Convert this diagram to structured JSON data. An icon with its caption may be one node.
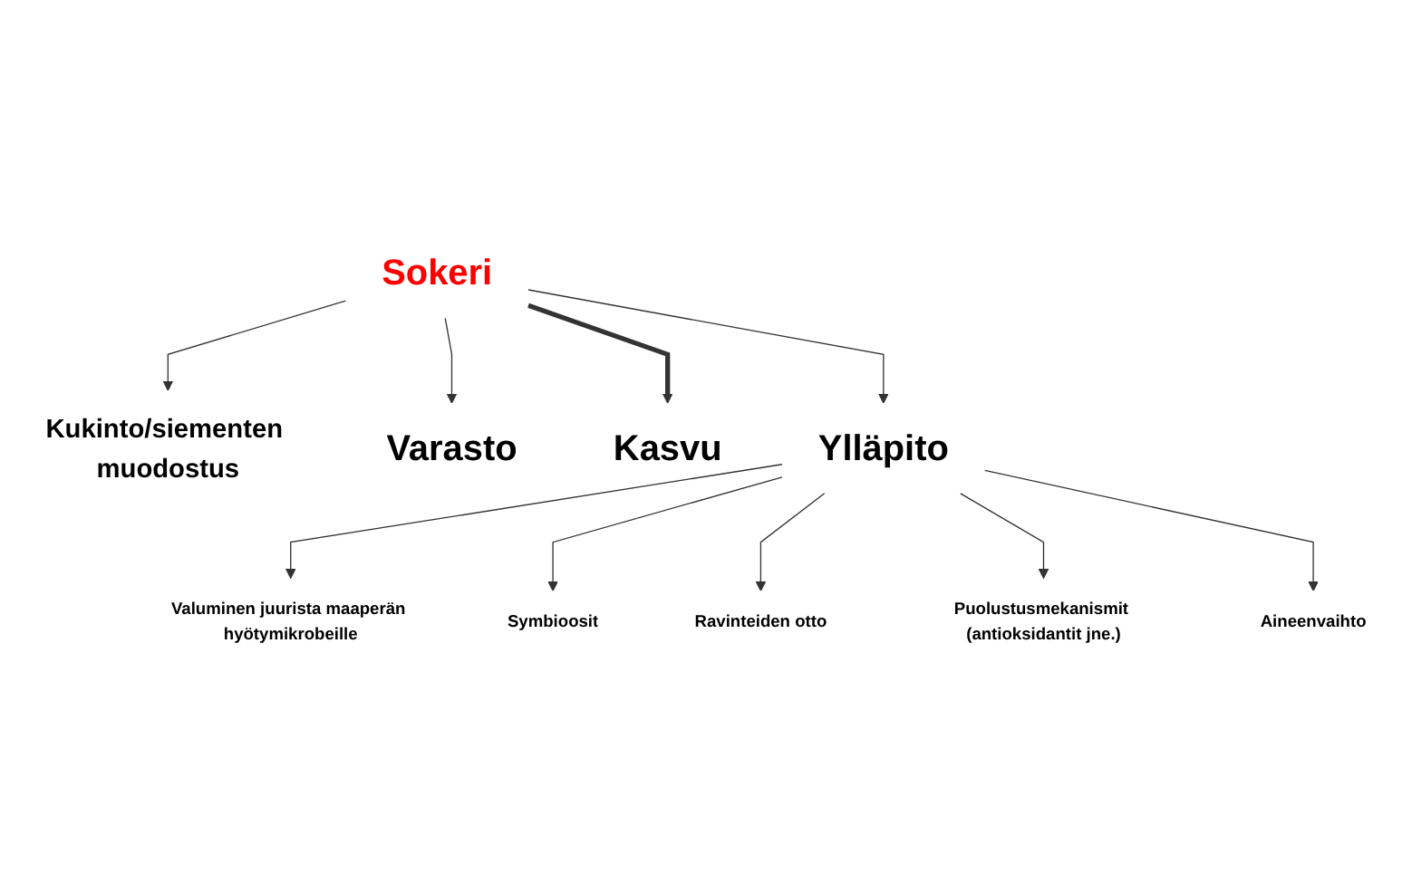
{
  "diagram": {
    "nodes": [
      {
        "text": [
          "Sokeri"
        ]
      },
      {
        "text": [
          "Kukinto/siementen muodostus"
        ]
      },
      {
        "text": [
          "Varasto"
        ]
      },
      {
        "text": [
          "Kasvu"
        ]
      },
      {
        "text": [
          "Ylläpito"
        ]
      },
      {
        "text": [
          "Valuminen juurista maaperän hyötymikrobeille"
        ]
      },
      {
        "text": [
          "Symbioosit"
        ]
      },
      {
        "text": [
          "Ravinteiden otto"
        ]
      },
      {
        "text": [
          "Puolustusmekanismit (antioksidantit jne.)"
        ]
      },
      {
        "text": [
          "Aineenvaihto"
        ]
      }
    ],
    "edges": [
      {
        "from": 0,
        "to": 2,
        "arrow": "to"
      },
      {
        "from": 0,
        "to": 3,
        "arrow": "to",
        "style": "thick"
      },
      {
        "from": 0,
        "to": 4,
        "arrow": "to"
      },
      {
        "from": 0,
        "to": 1,
        "arrow": "to"
      },
      {
        "from": 4,
        "to": 5,
        "arrow": "to"
      },
      {
        "from": 4,
        "to": 6,
        "arrow": "to"
      },
      {
        "from": 4,
        "to": 7,
        "arrow": "to"
      },
      {
        "from": 4,
        "to": 8,
        "arrow": "to"
      },
      {
        "from": 4,
        "to": 9,
        "arrow": "to"
      }
    ]
  }
}
